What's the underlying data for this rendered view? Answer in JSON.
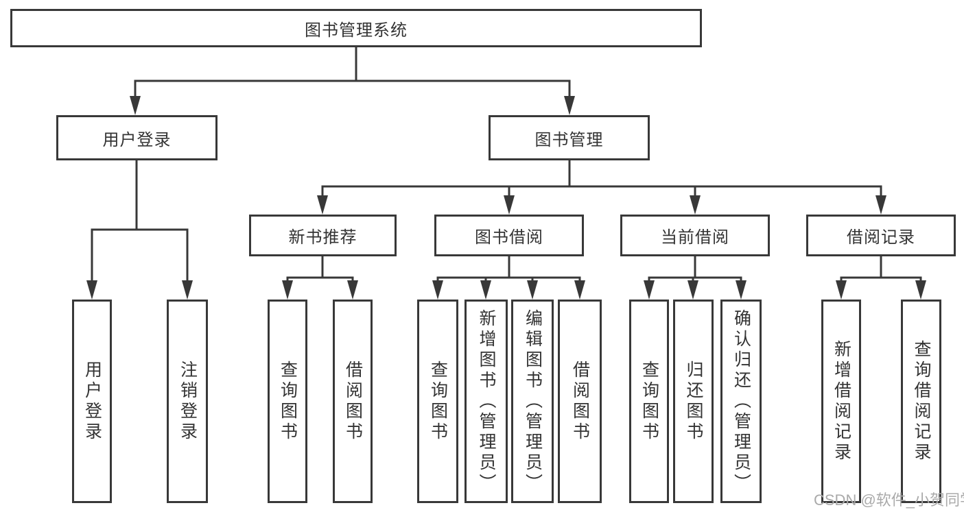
{
  "diagram": {
    "type": "hierarchy-tree",
    "colors": {
      "line": "#383838",
      "box_border": "#383838",
      "text": "#333333",
      "background": "#ffffff",
      "watermark_text": "#aaaaaa"
    },
    "root": {
      "label": "图书管理系统",
      "children": [
        {
          "label": "用户登录",
          "children": [
            {
              "label": "用户登录"
            },
            {
              "label": "注销登录"
            }
          ]
        },
        {
          "label": "图书管理",
          "children": [
            {
              "label": "新书推荐",
              "children": [
                {
                  "label": "查询图书"
                },
                {
                  "label": "借阅图书"
                }
              ]
            },
            {
              "label": "图书借阅",
              "children": [
                {
                  "label": "查询图书"
                },
                {
                  "label": "新增图书（管理员）"
                },
                {
                  "label": "编辑图书（管理员）"
                },
                {
                  "label": "借阅图书"
                }
              ]
            },
            {
              "label": "当前借阅",
              "children": [
                {
                  "label": "查询图书"
                },
                {
                  "label": "归还图书"
                },
                {
                  "label": "确认归还（管理员）"
                }
              ]
            },
            {
              "label": "借阅记录",
              "children": [
                {
                  "label": "新增借阅记录"
                },
                {
                  "label": "查询借阅记录"
                }
              ]
            }
          ]
        }
      ]
    },
    "watermark": {
      "text": "CSDN @软件_小贺同学"
    }
  }
}
